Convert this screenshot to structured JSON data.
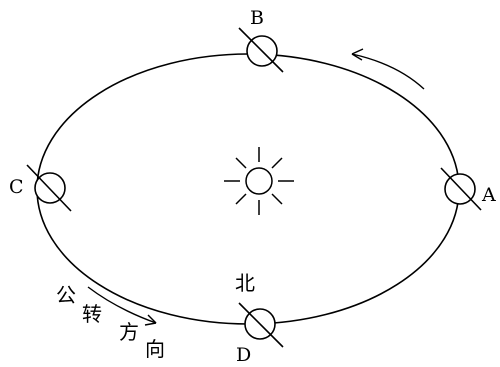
{
  "positions": {
    "a": "A",
    "b": "B",
    "c": "C",
    "d": "D"
  },
  "north_label": "北",
  "revolution_direction": [
    "公",
    "转",
    "方",
    "向"
  ],
  "icons": {
    "sun": "sun-icon",
    "earth": "earth-icon",
    "arrow": "arrow-icon"
  },
  "colors": {
    "stroke": "#000000",
    "background": "#ffffff"
  }
}
